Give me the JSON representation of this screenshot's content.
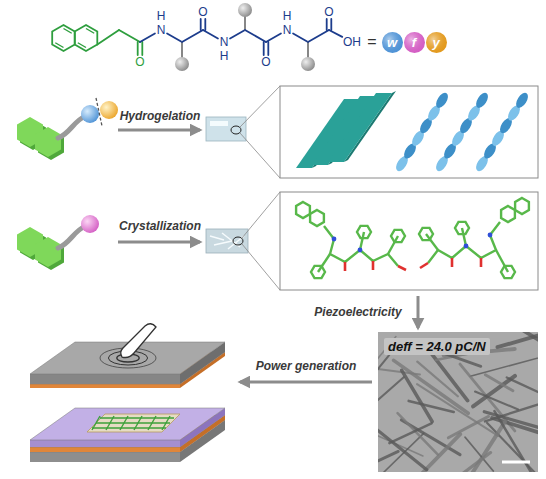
{
  "diagram": {
    "nodes": [
      {
        "text": [
          "w"
        ]
      },
      {
        "text": [
          "f"
        ]
      },
      {
        "text": [
          "y"
        ]
      },
      {
        "text": [
          "deff = 24.0 pC/N"
        ]
      }
    ],
    "labels": [
      "O",
      "H",
      "N",
      "O",
      "N",
      "H",
      "O",
      "H",
      "N",
      "O",
      "OH",
      "=",
      "Hydrogelation",
      "Crystallization",
      "Piezoelectricity",
      "Power generation"
    ]
  }
}
